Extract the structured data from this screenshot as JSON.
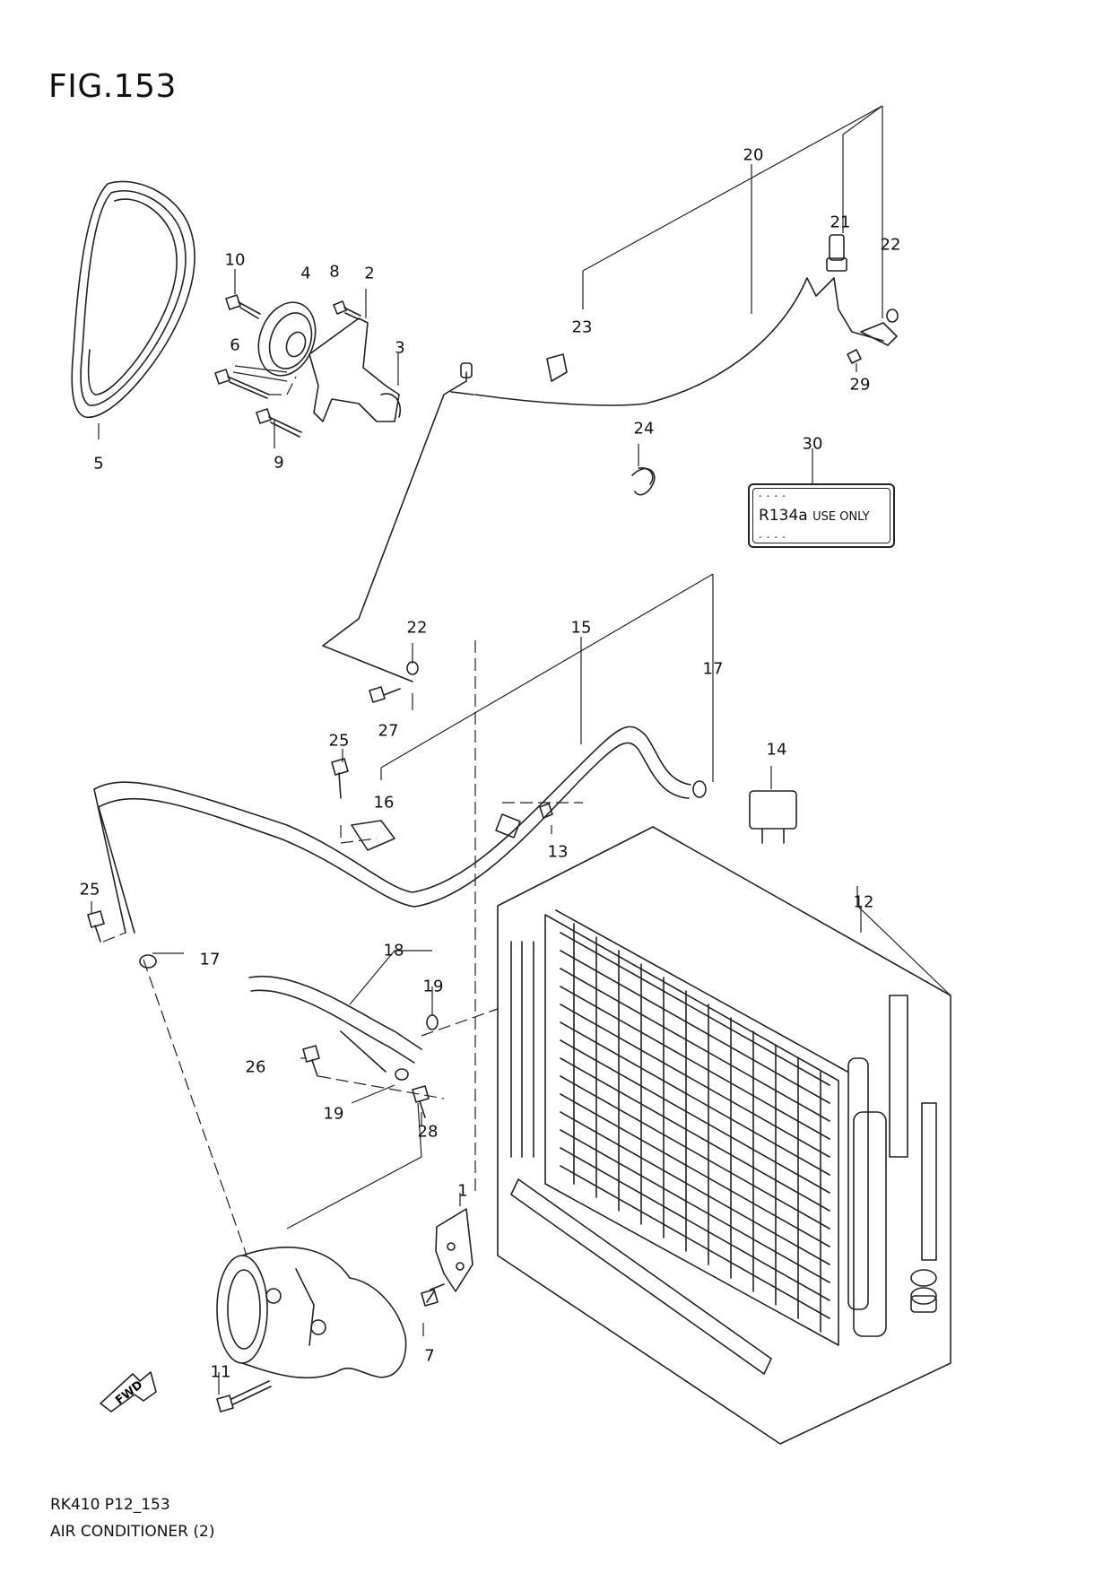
{
  "figure": {
    "title": "FIG.153"
  },
  "footer": {
    "code": "RK410 P12_153",
    "name": "AIR CONDITIONER (2)"
  },
  "refrigerant_label": {
    "prefix": "R134a",
    "suffix": "USE ONLY",
    "dashes": "- - - -"
  },
  "direction_arrow": {
    "text": "FWD",
    "icon": "fwd-arrow-icon"
  },
  "callouts": [
    {
      "id": "c1",
      "text": "1"
    },
    {
      "id": "c2",
      "text": "2"
    },
    {
      "id": "c3",
      "text": "3"
    },
    {
      "id": "c4",
      "text": "4"
    },
    {
      "id": "c5",
      "text": "5"
    },
    {
      "id": "c6",
      "text": "6"
    },
    {
      "id": "c7",
      "text": "7"
    },
    {
      "id": "c8",
      "text": "8"
    },
    {
      "id": "c9",
      "text": "9"
    },
    {
      "id": "c10",
      "text": "10"
    },
    {
      "id": "c11",
      "text": "11"
    },
    {
      "id": "c12",
      "text": "12"
    },
    {
      "id": "c13",
      "text": "13"
    },
    {
      "id": "c14",
      "text": "14"
    },
    {
      "id": "c15",
      "text": "15"
    },
    {
      "id": "c16",
      "text": "16"
    },
    {
      "id": "c17a",
      "text": "17"
    },
    {
      "id": "c17b",
      "text": "17"
    },
    {
      "id": "c18",
      "text": "18"
    },
    {
      "id": "c19a",
      "text": "19"
    },
    {
      "id": "c19b",
      "text": "19"
    },
    {
      "id": "c20",
      "text": "20"
    },
    {
      "id": "c21",
      "text": "21"
    },
    {
      "id": "c22a",
      "text": "22"
    },
    {
      "id": "c22b",
      "text": "22"
    },
    {
      "id": "c23",
      "text": "23"
    },
    {
      "id": "c24",
      "text": "24"
    },
    {
      "id": "c25a",
      "text": "25"
    },
    {
      "id": "c25b",
      "text": "25"
    },
    {
      "id": "c26",
      "text": "26"
    },
    {
      "id": "c27",
      "text": "27"
    },
    {
      "id": "c28",
      "text": "28"
    },
    {
      "id": "c29",
      "text": "29"
    },
    {
      "id": "c30",
      "text": "30"
    }
  ]
}
